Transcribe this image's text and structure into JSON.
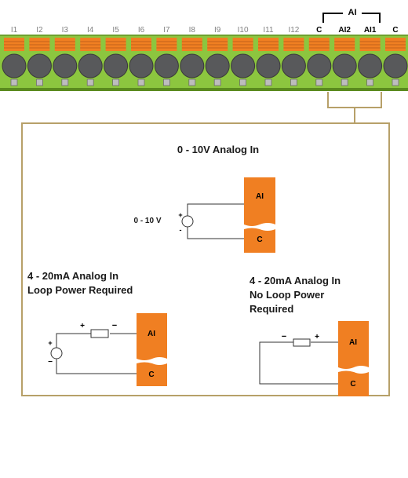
{
  "terminal_block": {
    "labels": [
      "I1",
      "I2",
      "I3",
      "I4",
      "I5",
      "I6",
      "I7",
      "I8",
      "I9",
      "I10",
      "I11",
      "I12",
      "C",
      "AI2",
      "AI1",
      "C"
    ],
    "group_label": "AI",
    "colors": {
      "body": "#8cc63f",
      "body_dark": "#5a8a1e",
      "tab": "#f07f22",
      "screw": "#58595b",
      "frame": "#b7a069",
      "text_grey": "#808080"
    }
  },
  "panel": {
    "title": "0 - 10V Analog In",
    "source_label": "0 - 10 V",
    "ai_label": "AI",
    "c_label": "C",
    "plus": "+",
    "minus": "-"
  },
  "loop_powered": {
    "title_line1": "4 - 20mA Analog In",
    "title_line2": "Loop Power Required",
    "ai_label": "AI",
    "c_label": "C",
    "plus": "+",
    "minus": "−"
  },
  "no_loop_power": {
    "title_line1": "4 - 20mA Analog In",
    "title_line2": "No Loop Power",
    "title_line3": "Required",
    "ai_label": "AI",
    "c_label": "C",
    "plus": "+",
    "minus": "−"
  }
}
